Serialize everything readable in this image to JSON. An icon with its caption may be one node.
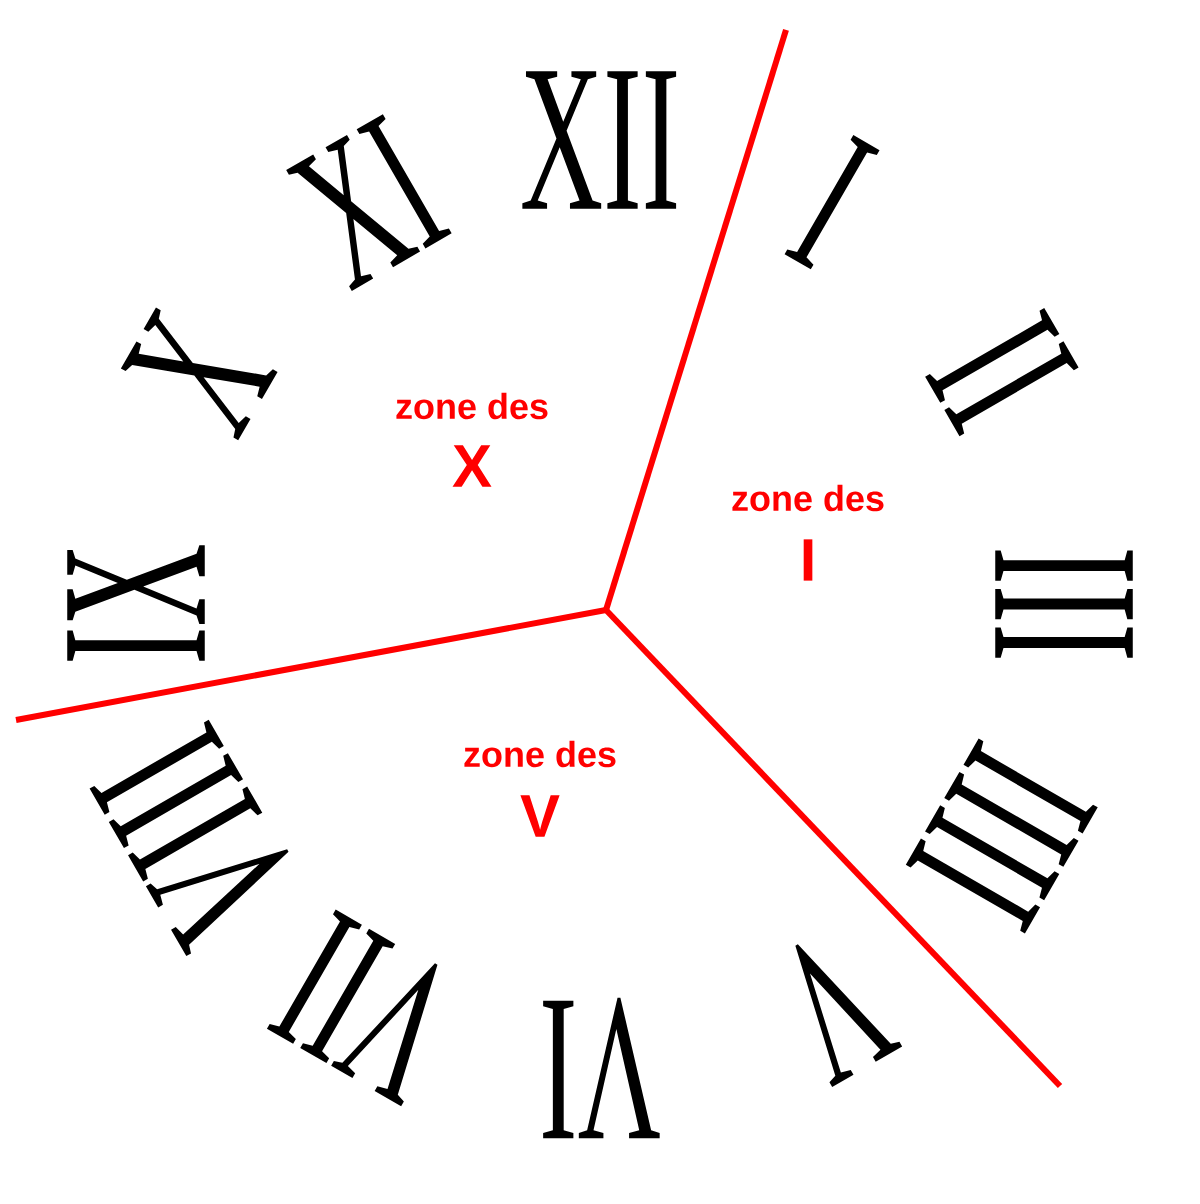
{
  "diagram": {
    "labels": [
      "I",
      "II",
      "III",
      "IIII",
      "V",
      "VI",
      "VII",
      "VIII",
      "IX",
      "X",
      "XI",
      "XII",
      "zone des",
      "X",
      "zone des",
      "I",
      "zone des",
      "V"
    ]
  }
}
